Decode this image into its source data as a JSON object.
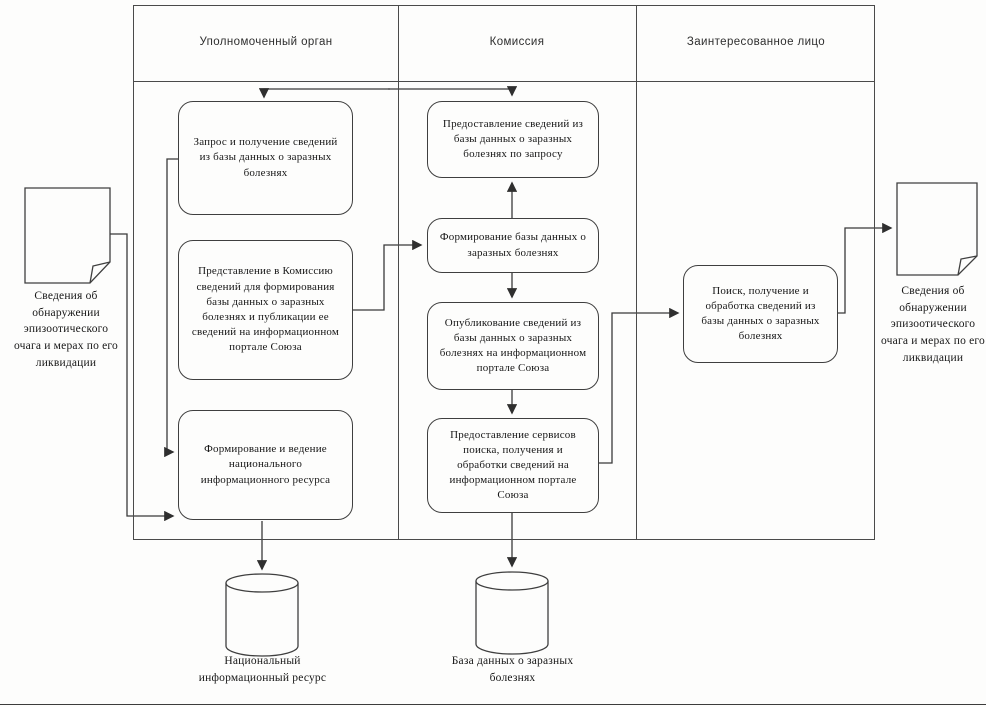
{
  "diagram": {
    "lanes": [
      {
        "title": "Уполномоченный орган"
      },
      {
        "title": "Комиссия"
      },
      {
        "title": "Заинтересованное лицо"
      }
    ],
    "boxes": {
      "request_info": "Запрос и получение сведений из базы данных о заразных болезнях",
      "submit_to_commission": "Представление в Комиссию сведений для формирования базы данных о заразных болезнях и публикации ее сведений на информационном портале Союза",
      "maintain_national_resource": "Формирование и ведение национального информационного ресурса",
      "provide_info_on_request": "Предоставление сведений из базы данных о заразных болезнях по запросу",
      "form_database": "Формирование базы данных о заразных болезнях",
      "publish_info": "Опубликование сведений из базы данных о заразных болезнях на информационном портале Союза",
      "provide_services": "Предоставление сервисов поиска, получения и обработки сведений на информационном портале Союза",
      "search_process_info": "Поиск, получение и обработка сведений из базы данных о заразных болезнях"
    },
    "documents": {
      "left_label": "Сведения об обнаружении эпизоотического очага и мерах по его ликвидации",
      "right_label": "Сведения об обнаружении эпизоотического очага и мерах по его ликвидации"
    },
    "datastores": {
      "national_resource": "Национальный информационный ресурс",
      "diseases_database": "База данных о заразных болезнях"
    },
    "colors": {
      "line": "#3a3a3a",
      "background": "#fdfdfc",
      "text": "#1f1f1f"
    }
  }
}
